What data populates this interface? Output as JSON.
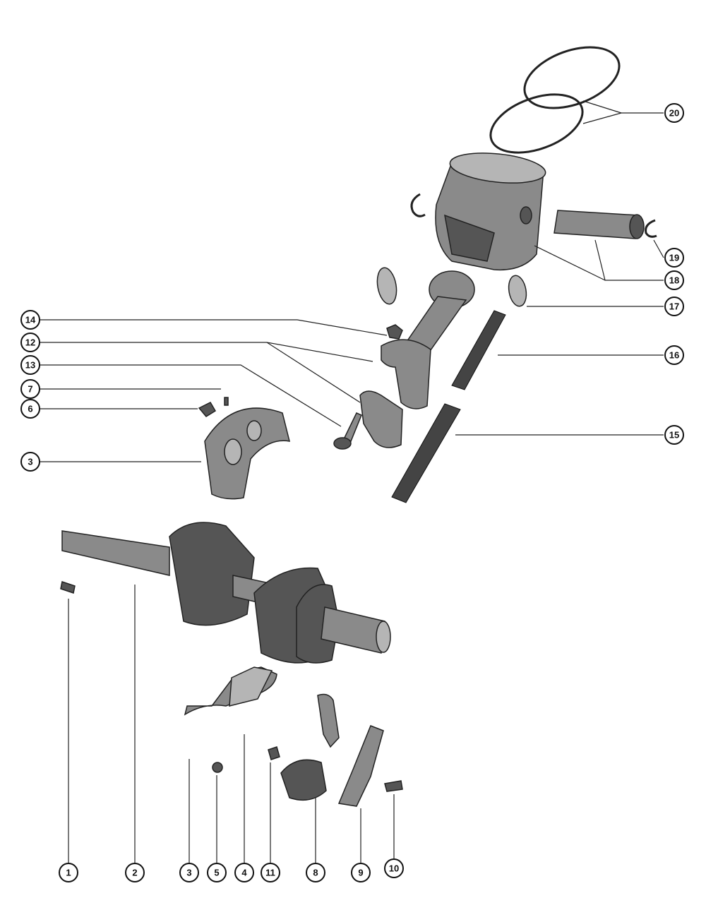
{
  "colors": {
    "background": "#ffffff",
    "line": "#222222",
    "part_fill": "#8a8a8a",
    "part_dark": "#555555",
    "part_light": "#b5b5b5"
  },
  "callouts": [
    {
      "id": "c1",
      "label": "1"
    },
    {
      "id": "c2",
      "label": "2"
    },
    {
      "id": "c3a",
      "label": "3"
    },
    {
      "id": "c5",
      "label": "5"
    },
    {
      "id": "c4",
      "label": "4"
    },
    {
      "id": "c11",
      "label": "11"
    },
    {
      "id": "c8",
      "label": "8"
    },
    {
      "id": "c9",
      "label": "9"
    },
    {
      "id": "c10",
      "label": "10"
    },
    {
      "id": "c14",
      "label": "14"
    },
    {
      "id": "c12",
      "label": "12"
    },
    {
      "id": "c13",
      "label": "13"
    },
    {
      "id": "c7",
      "label": "7"
    },
    {
      "id": "c6",
      "label": "6"
    },
    {
      "id": "c3b",
      "label": "3"
    },
    {
      "id": "c20",
      "label": "20"
    },
    {
      "id": "c19",
      "label": "19"
    },
    {
      "id": "c18",
      "label": "18"
    },
    {
      "id": "c17",
      "label": "17"
    },
    {
      "id": "c16",
      "label": "16"
    },
    {
      "id": "c15",
      "label": "15"
    }
  ]
}
